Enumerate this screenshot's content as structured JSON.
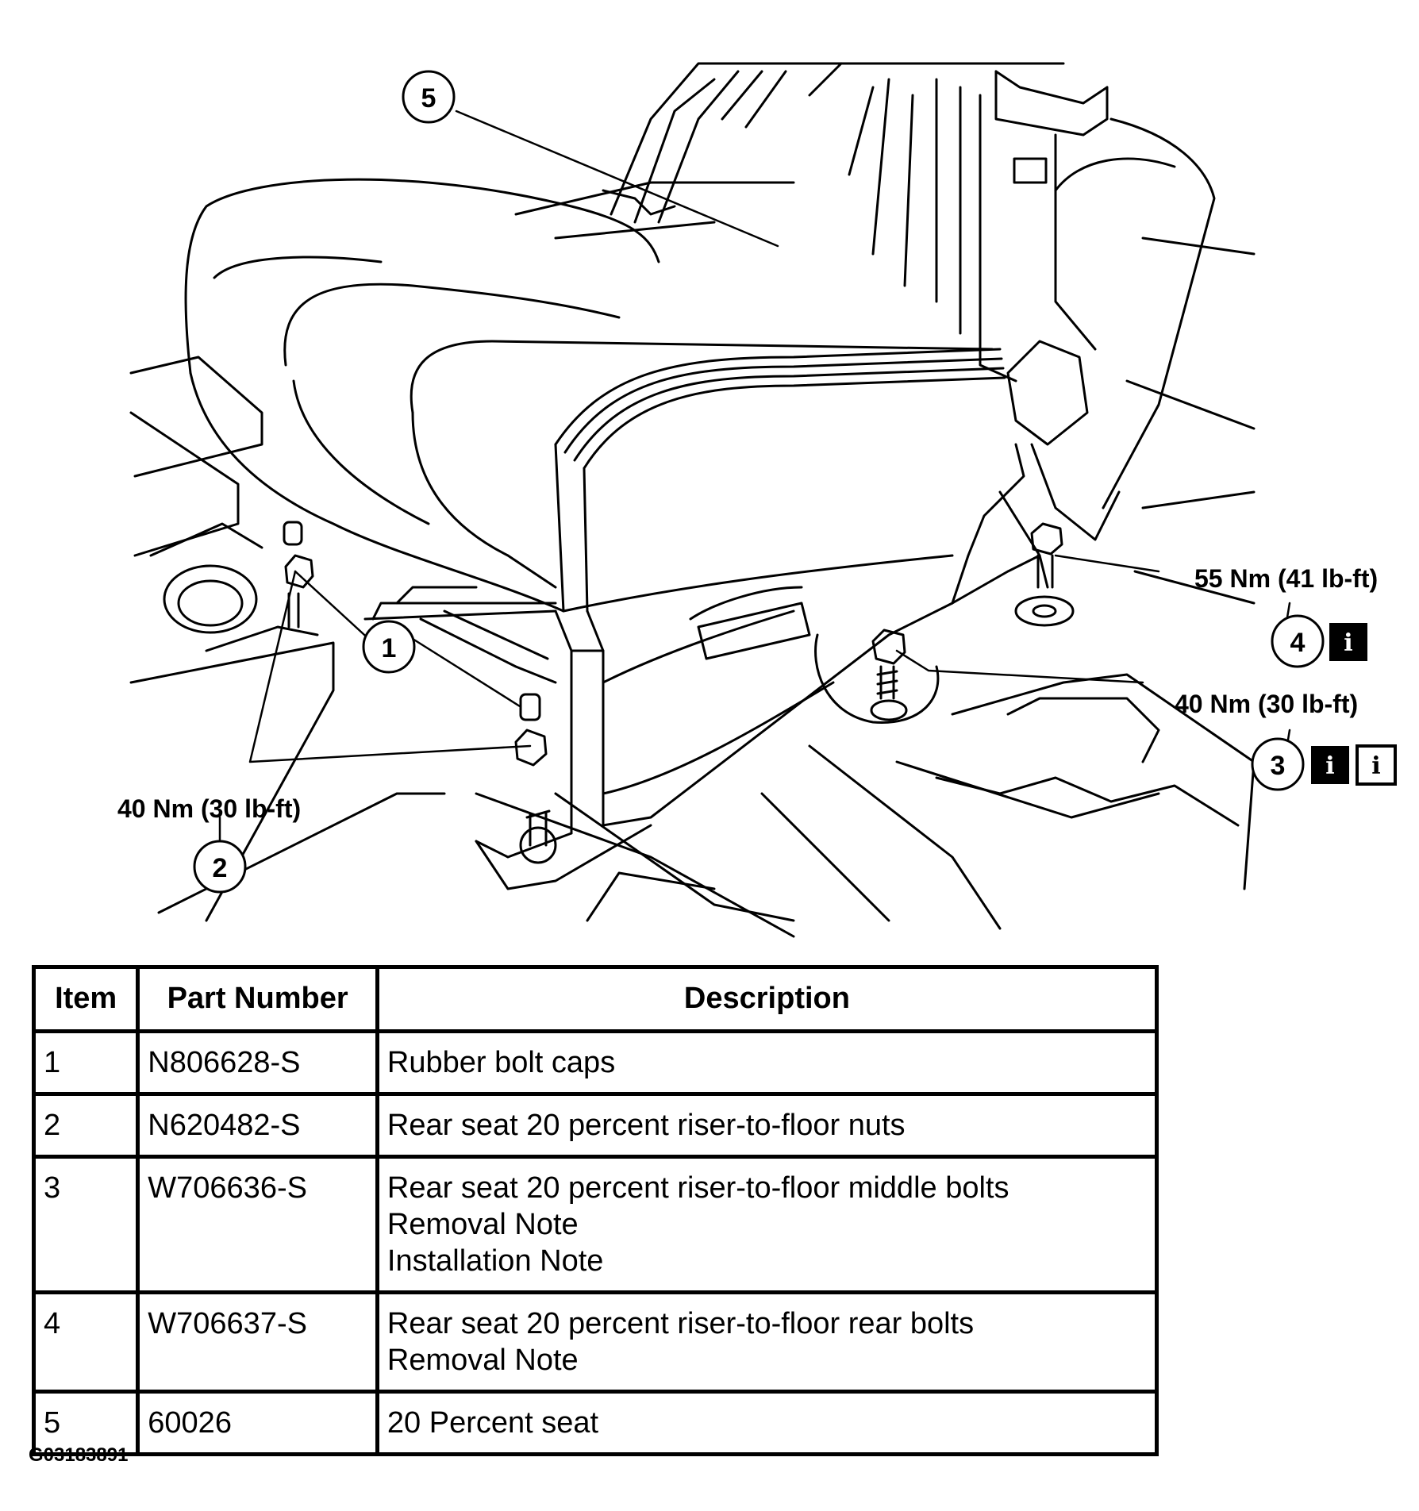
{
  "figure_id": "G03183891",
  "callouts": {
    "c1": "1",
    "c2": "2",
    "c3": "3",
    "c4": "4",
    "c5": "5"
  },
  "torque_specs": {
    "t2": "40 Nm (30 lb-ft)",
    "t3": "40 Nm (30 lb-ft)",
    "t4": "55 Nm (41 lb-ft)"
  },
  "info_icons": {
    "glyph": "i"
  },
  "table": {
    "headers": {
      "item": "Item",
      "part_number": "Part Number",
      "description": "Description"
    },
    "rows": [
      {
        "item": "1",
        "part_number": "N806628-S",
        "description": [
          "Rubber bolt caps"
        ]
      },
      {
        "item": "2",
        "part_number": "N620482-S",
        "description": [
          "Rear seat 20 percent riser-to-floor nuts"
        ]
      },
      {
        "item": "3",
        "part_number": "W706636-S",
        "description": [
          "Rear seat 20 percent riser-to-floor middle bolts",
          "Removal Note",
          "Installation Note"
        ]
      },
      {
        "item": "4",
        "part_number": "W706637-S",
        "description": [
          "Rear seat 20 percent riser-to-floor rear bolts",
          "Removal Note"
        ]
      },
      {
        "item": "5",
        "part_number": "60026",
        "description": [
          "20 Percent seat"
        ]
      }
    ]
  }
}
